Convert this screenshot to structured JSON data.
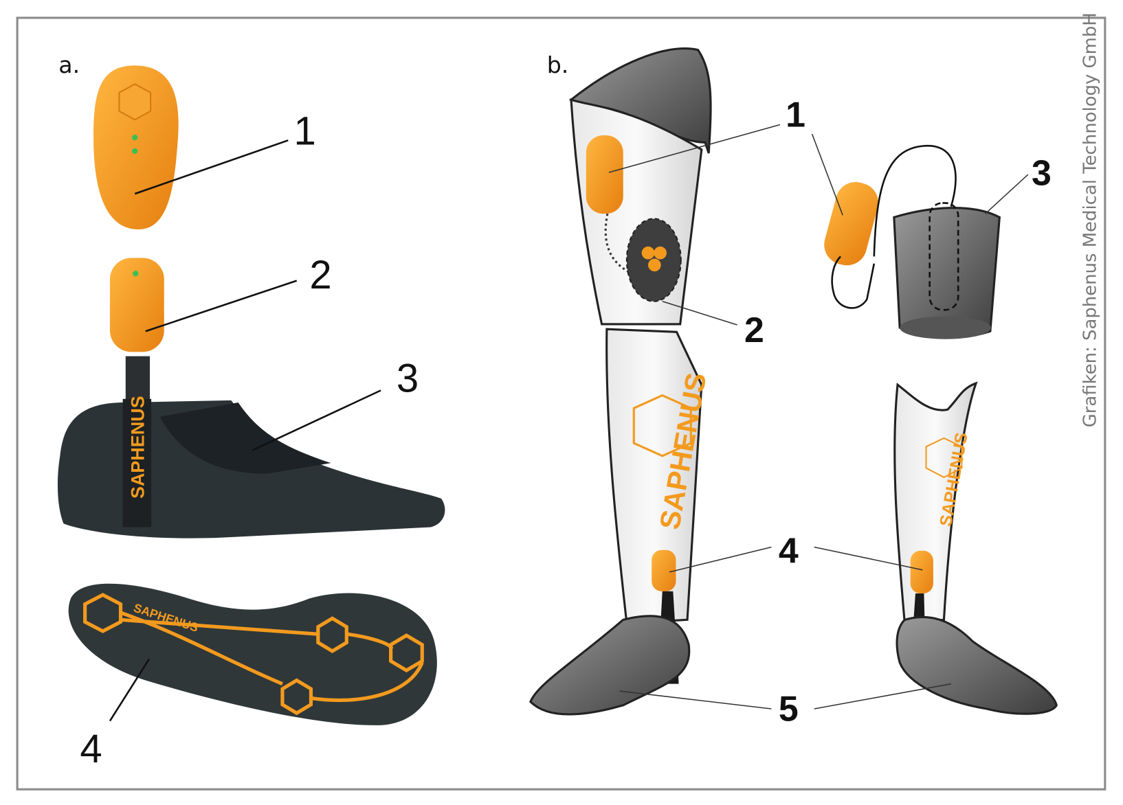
{
  "figure": {
    "credit": "Grafiken: Saphenus Medical Technology GmbH",
    "panel_a": {
      "label": "a.",
      "callouts": [
        "1",
        "2",
        "3",
        "4"
      ],
      "brand_sock": "SAPHENUS",
      "brand_insole": "SAPHENUS"
    },
    "panel_b": {
      "label": "b.",
      "callouts": [
        "1",
        "2",
        "3",
        "4",
        "5"
      ],
      "brand_large": "SAPHENUS",
      "brand_small": "SAPHENUS"
    },
    "colors": {
      "accent": "#f39a1e",
      "frame": "#8c8c8c",
      "sock": "#2b3336"
    }
  }
}
